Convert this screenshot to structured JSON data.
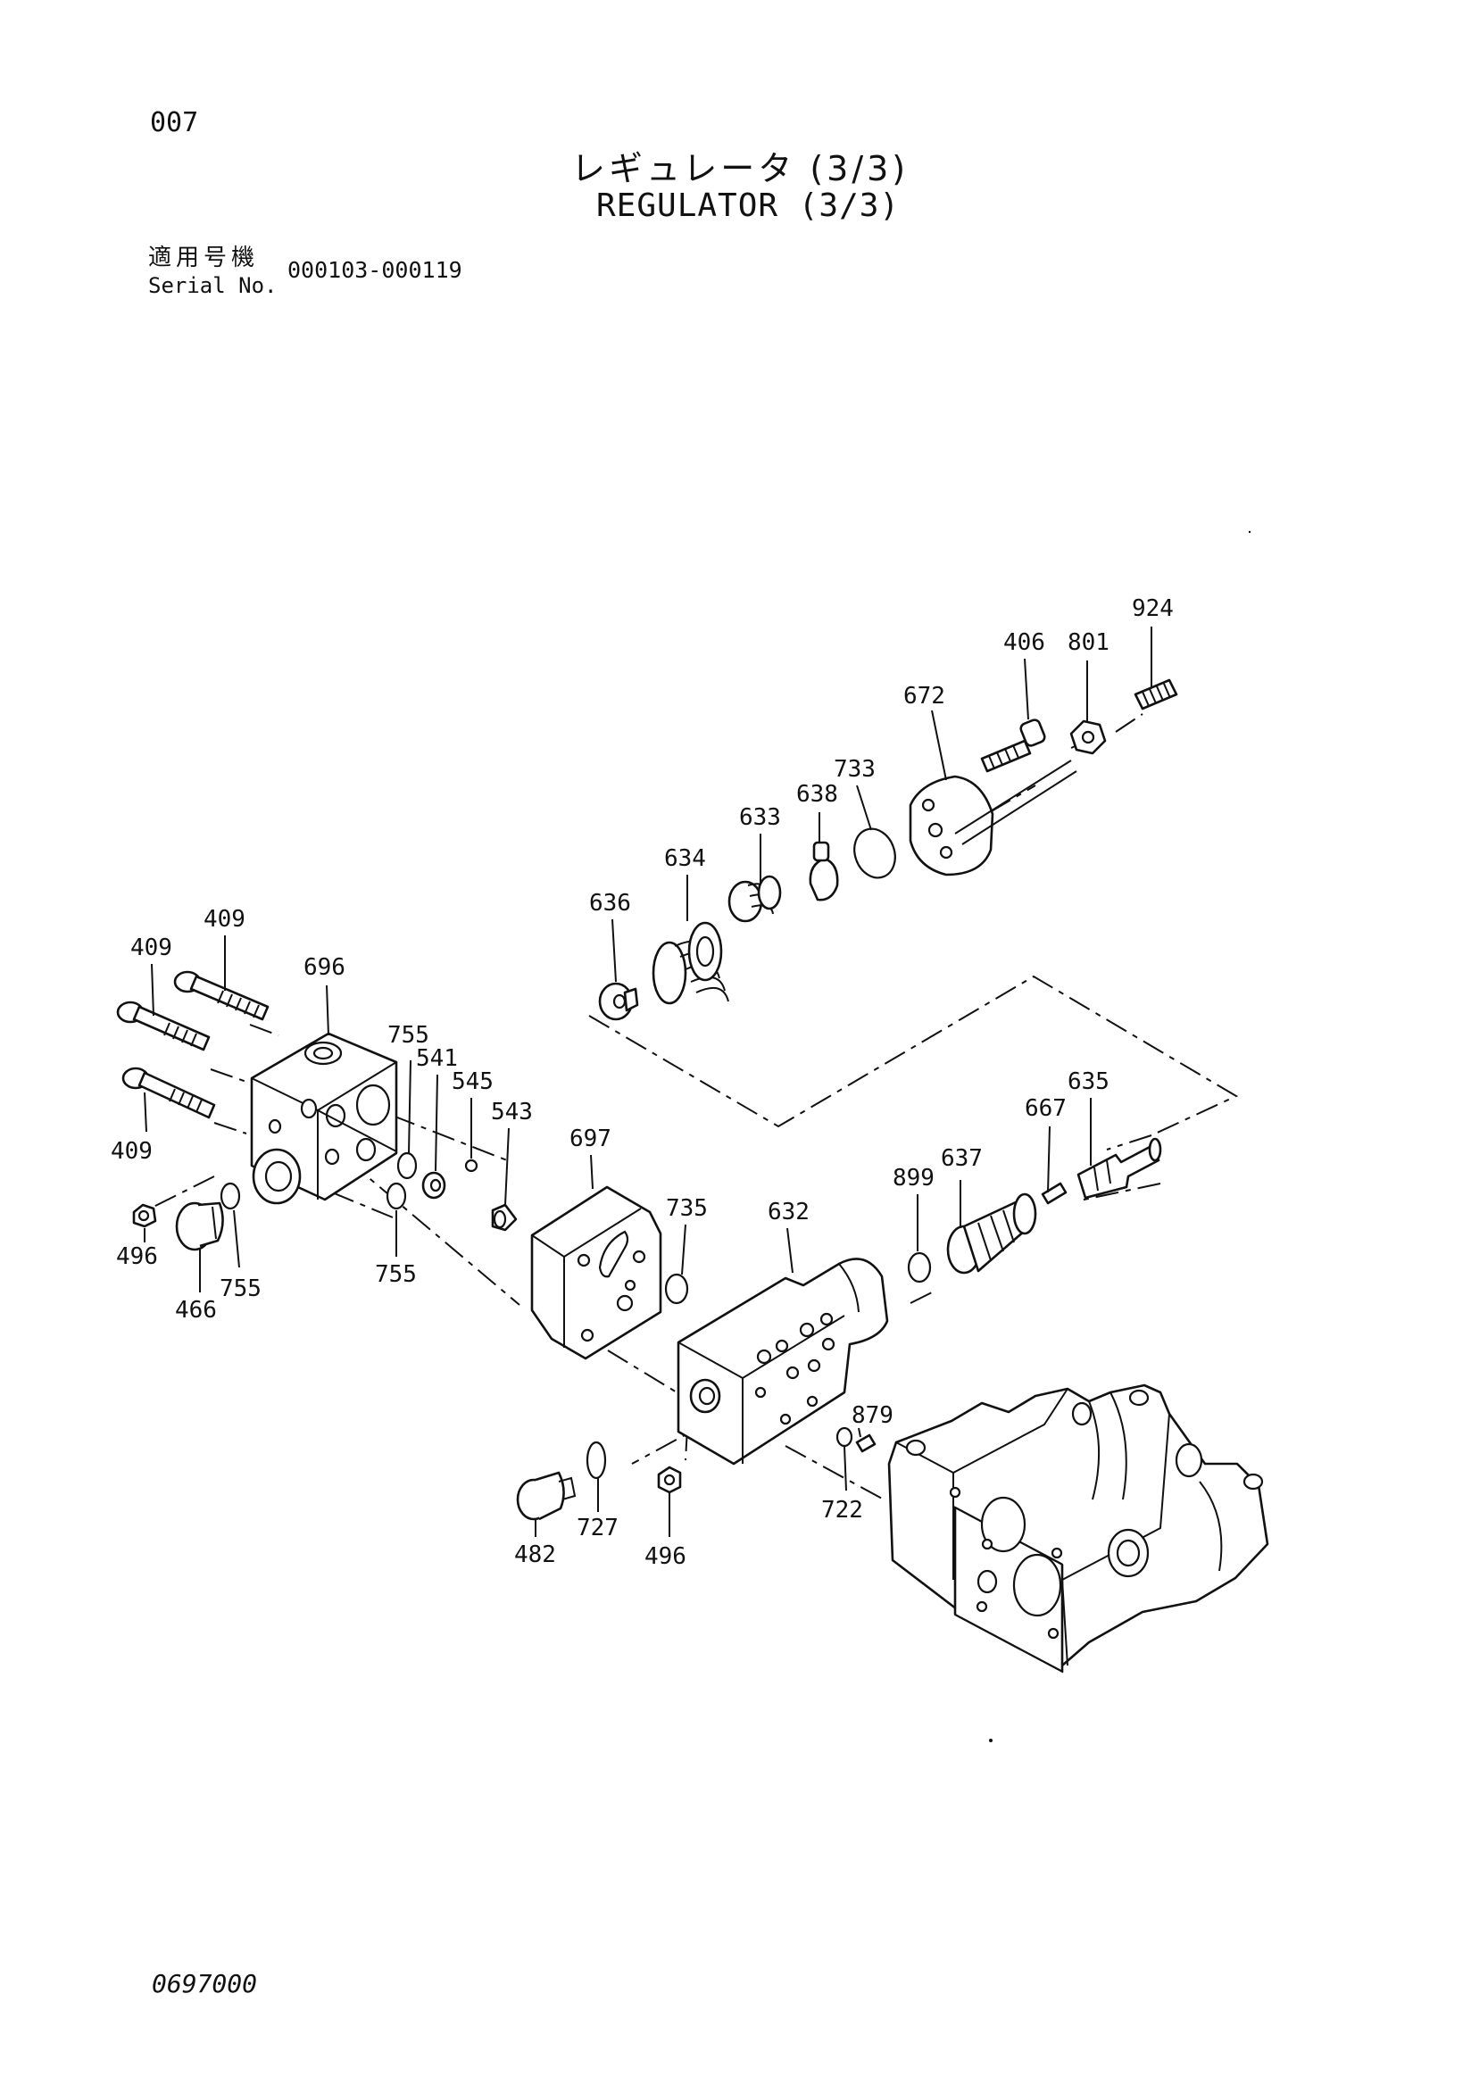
{
  "header": {
    "page_number": "007",
    "title_jp": "レギュレータ (3/3)",
    "title_en": "REGULATOR (3/3)",
    "serial_label_jp": "適用号機",
    "serial_label_en": "Serial No.",
    "serial_range": "000103-000119"
  },
  "footer": {
    "figure_number": "0697000"
  },
  "callouts": {
    "c924": "924",
    "c406": "406",
    "c801": "801",
    "c672": "672",
    "c733": "733",
    "c638": "638",
    "c633": "633",
    "c634": "634",
    "c636": "636",
    "c409a": "409",
    "c409b": "409",
    "c409c": "409",
    "c696": "696",
    "c755a": "755",
    "c541": "541",
    "c545": "545",
    "c543": "543",
    "c697": "697",
    "c735": "735",
    "c632": "632",
    "c899": "899",
    "c637": "637",
    "c667": "667",
    "c635": "635",
    "c496a": "496",
    "c466": "466",
    "c755b": "755",
    "c755c": "755",
    "c879": "879",
    "c722": "722",
    "c727": "727",
    "c482": "482",
    "c496b": "496"
  }
}
